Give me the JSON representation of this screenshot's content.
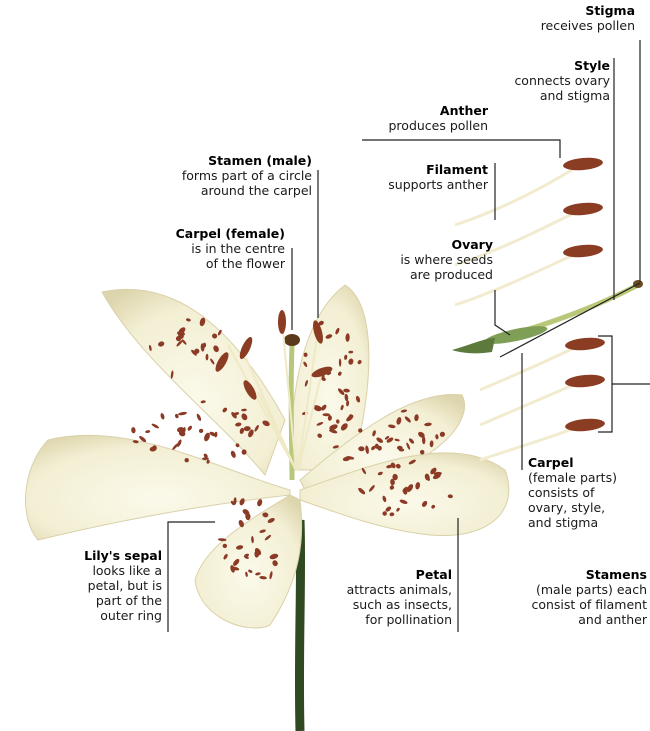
{
  "labels": {
    "stigma": {
      "title": "Stigma",
      "desc": [
        "receives pollen"
      ]
    },
    "style": {
      "title": "Style",
      "desc": [
        "connects ovary",
        "and stigma"
      ]
    },
    "anther": {
      "title": "Anther",
      "desc": [
        "produces pollen"
      ]
    },
    "filament": {
      "title": "Filament",
      "desc": [
        "supports anther"
      ]
    },
    "ovary": {
      "title": "Ovary",
      "desc": [
        "is where seeds",
        "are produced"
      ]
    },
    "stamen": {
      "title": "Stamen (male)",
      "desc": [
        "forms part of a circle",
        "around the carpel"
      ]
    },
    "carpel": {
      "title": "Carpel (female)",
      "desc": [
        "is in the centre",
        "of the flower"
      ]
    },
    "carpel_parts": {
      "title": "Carpel",
      "desc": [
        "(female parts)",
        "consists of",
        "ovary, style,",
        "and stigma"
      ]
    },
    "stamens_parts": {
      "title": "Stamens",
      "desc": [
        "(male parts) each",
        "consist of filament",
        "and anther"
      ]
    },
    "sepal": {
      "title": "Lily's sepal",
      "desc": [
        "looks like a",
        "petal, but is",
        "part of the",
        "outer ring"
      ]
    },
    "petal": {
      "title": "Petal",
      "desc": [
        "attracts animals,",
        "such as insects,",
        "for pollination"
      ]
    }
  },
  "colors": {
    "petal": "#f4f1d8",
    "petal_shade": "#ddd6b0",
    "spot": "#8b3a26",
    "anther": "#8a3d22",
    "filament": "#f3efd0",
    "stem": "#2f4a22",
    "style": "#b9c878",
    "ovary": "#7f9f56",
    "line": "#222222"
  }
}
